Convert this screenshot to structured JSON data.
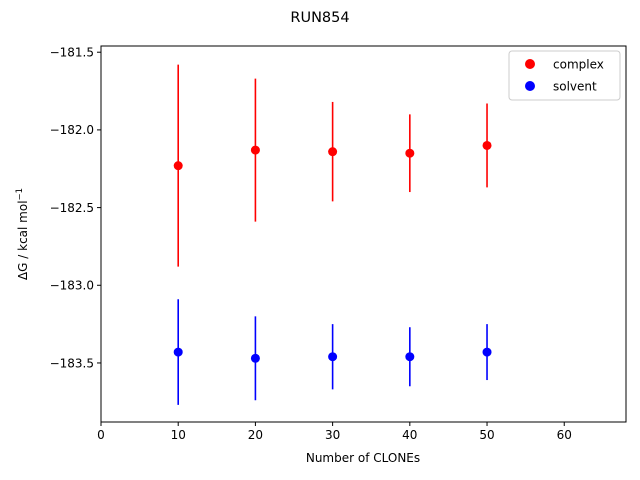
{
  "chart_data": {
    "type": "scatter",
    "title": "RUN854",
    "xlabel": "Number of CLONEs",
    "ylabel_main": "ΔG / kcal mol",
    "ylabel_sup": "−1",
    "xlim": [
      0,
      68
    ],
    "ylim": [
      -183.88,
      -181.46
    ],
    "x_ticks": [
      0,
      10,
      20,
      30,
      40,
      50,
      60
    ],
    "x_tick_labels": [
      "0",
      "10",
      "20",
      "30",
      "40",
      "50",
      "60"
    ],
    "y_ticks": [
      -181.5,
      -182.0,
      -182.5,
      -183.0,
      -183.5
    ],
    "y_tick_labels": [
      "−181.5",
      "−182.0",
      "−182.5",
      "−183.0",
      "−183.5"
    ],
    "grid": false,
    "legend_position": "top-right",
    "series": [
      {
        "name": "complex",
        "color": "#ff0000",
        "x": [
          10,
          20,
          30,
          40,
          50
        ],
        "y": [
          -182.23,
          -182.13,
          -182.14,
          -182.15,
          -182.1
        ],
        "err": [
          0.65,
          0.46,
          0.32,
          0.25,
          0.27
        ]
      },
      {
        "name": "solvent",
        "color": "#0000ff",
        "x": [
          10,
          20,
          30,
          40,
          50
        ],
        "y": [
          -183.43,
          -183.47,
          -183.46,
          -183.46,
          -183.43
        ],
        "err": [
          0.34,
          0.27,
          0.21,
          0.19,
          0.18
        ]
      }
    ]
  }
}
